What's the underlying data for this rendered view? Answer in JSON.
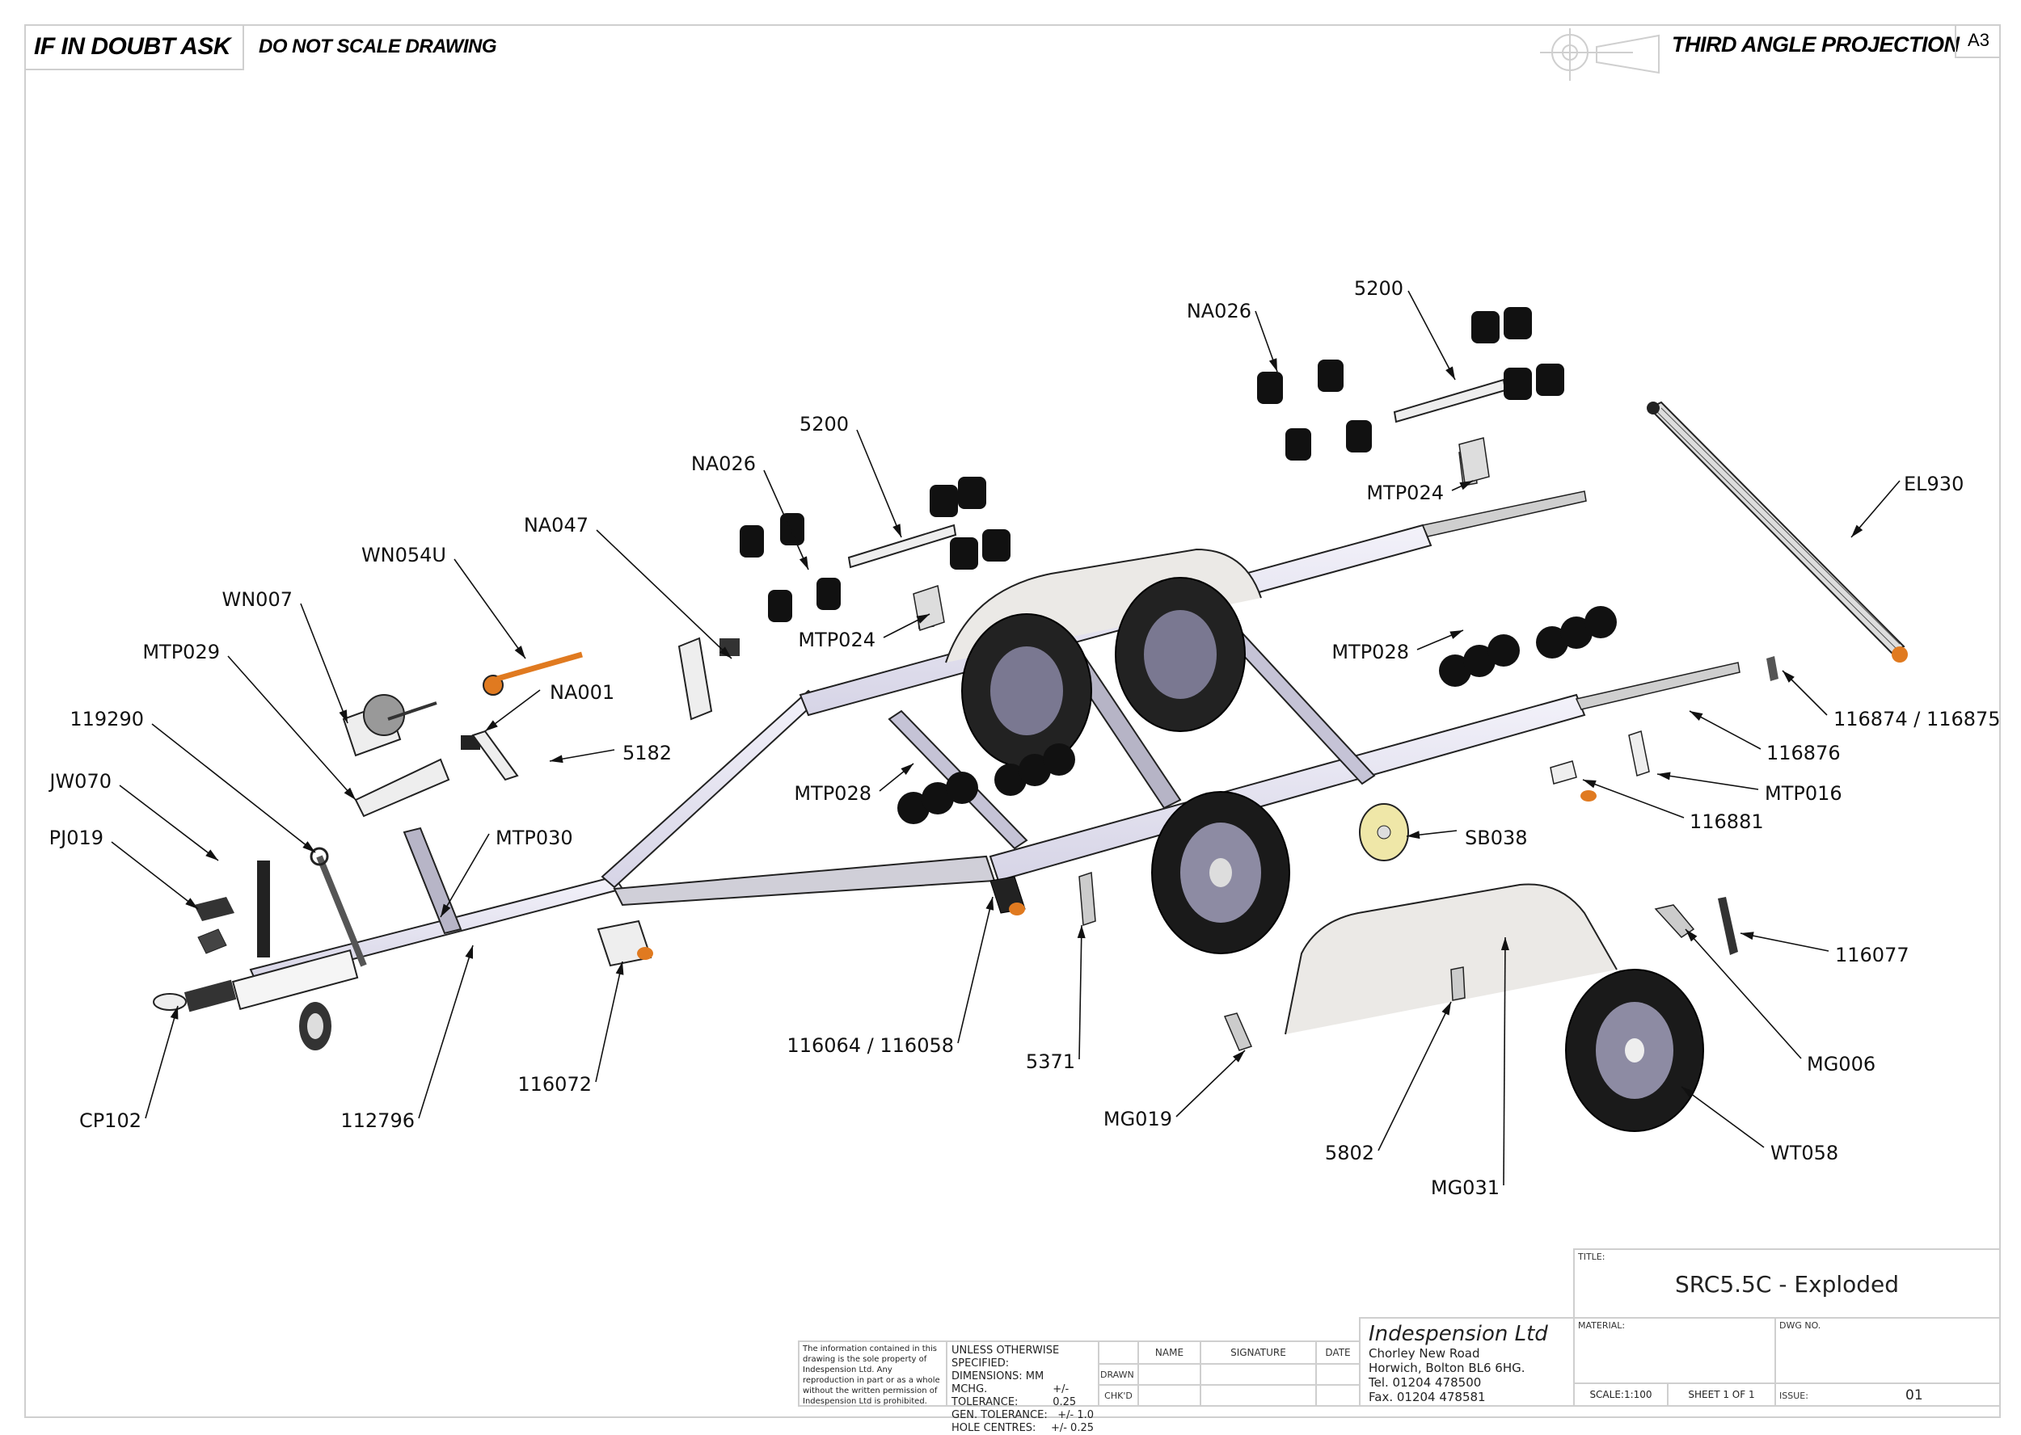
{
  "header": {
    "if_in_doubt": "IF IN DOUBT ASK",
    "do_not_scale": "DO NOT SCALE DRAWING",
    "projection": "THIRD ANGLE PROJECTION",
    "paper_size": "A3"
  },
  "callouts": [
    {
      "id": "na026-a",
      "label": "NA026"
    },
    {
      "id": "5200-a",
      "label": "5200"
    },
    {
      "id": "na047",
      "label": "NA047"
    },
    {
      "id": "wn054u",
      "label": "WN054U"
    },
    {
      "id": "wn007",
      "label": "WN007"
    },
    {
      "id": "mtp029",
      "label": "MTP029"
    },
    {
      "id": "na001",
      "label": "NA001"
    },
    {
      "id": "5182",
      "label": "5182"
    },
    {
      "id": "119290",
      "label": "119290"
    },
    {
      "id": "jw070",
      "label": "JW070"
    },
    {
      "id": "pj019",
      "label": "PJ019"
    },
    {
      "id": "mtp030",
      "label": "MTP030"
    },
    {
      "id": "cp102",
      "label": "CP102"
    },
    {
      "id": "112796",
      "label": "112796"
    },
    {
      "id": "116072",
      "label": "116072"
    },
    {
      "id": "mtp024-a",
      "label": "MTP024"
    },
    {
      "id": "mtp028-a",
      "label": "MTP028"
    },
    {
      "id": "116064",
      "label": "116064 / 116058"
    },
    {
      "id": "5371",
      "label": "5371"
    },
    {
      "id": "na026-b",
      "label": "NA026"
    },
    {
      "id": "5200-b",
      "label": "5200"
    },
    {
      "id": "mtp024-b",
      "label": "MTP024"
    },
    {
      "id": "el930",
      "label": "EL930"
    },
    {
      "id": "mtp028-b",
      "label": "MTP028"
    },
    {
      "id": "116874",
      "label": "116874 / 116875"
    },
    {
      "id": "116876",
      "label": "116876"
    },
    {
      "id": "mtp016",
      "label": "MTP016"
    },
    {
      "id": "116881",
      "label": "116881"
    },
    {
      "id": "sb038",
      "label": "SB038"
    },
    {
      "id": "116077",
      "label": "116077"
    },
    {
      "id": "mg006",
      "label": "MG006"
    },
    {
      "id": "mg019",
      "label": "MG019"
    },
    {
      "id": "5802",
      "label": "5802"
    },
    {
      "id": "wt058",
      "label": "WT058"
    },
    {
      "id": "mg031",
      "label": "MG031"
    }
  ],
  "title_block": {
    "disclaimer": "The information contained in this drawing is the sole property of Indespension Ltd. Any reproduction in part or as a whole without the written permission of Indespension Ltd is prohibited.",
    "tolerances": {
      "heading": "UNLESS OTHERWISE SPECIFIED:",
      "dimensions": "DIMENSIONS:  MM",
      "rows": [
        {
          "label": "MCHG. TOLERANCE:",
          "value": "+/- 0.25"
        },
        {
          "label": "GEN. TOLERANCE:",
          "value": "+/- 1.0"
        },
        {
          "label": "HOLE CENTRES:",
          "value": "+/- 0.25"
        }
      ]
    },
    "signoff": {
      "columns": [
        "",
        "NAME",
        "SIGNATURE",
        "DATE"
      ],
      "rows": [
        "DRAWN",
        "CHK'D"
      ]
    },
    "company": {
      "name": "Indespension Ltd",
      "address1": "Chorley New Road",
      "address2": "Horwich, Bolton BL6 6HG.",
      "tel": "Tel. 01204 478500",
      "fax": "Fax. 01204 478581"
    },
    "title_label": "TITLE:",
    "title": "SRC5.5C - Exploded",
    "material_label": "MATERIAL:",
    "material": "",
    "dwg_no_label": "DWG NO.",
    "dwg_no": "",
    "scale": "SCALE:1:100",
    "sheet": "SHEET 1 OF 1",
    "issue_label": "ISSUE:",
    "issue": "01"
  },
  "colors": {
    "frame": "#cfcfcf",
    "steel": "#e4e2f0",
    "steel_dark": "#b8b6c8",
    "rubber": "#111111",
    "orange": "#e07a20",
    "hub": "#efe7a8"
  }
}
